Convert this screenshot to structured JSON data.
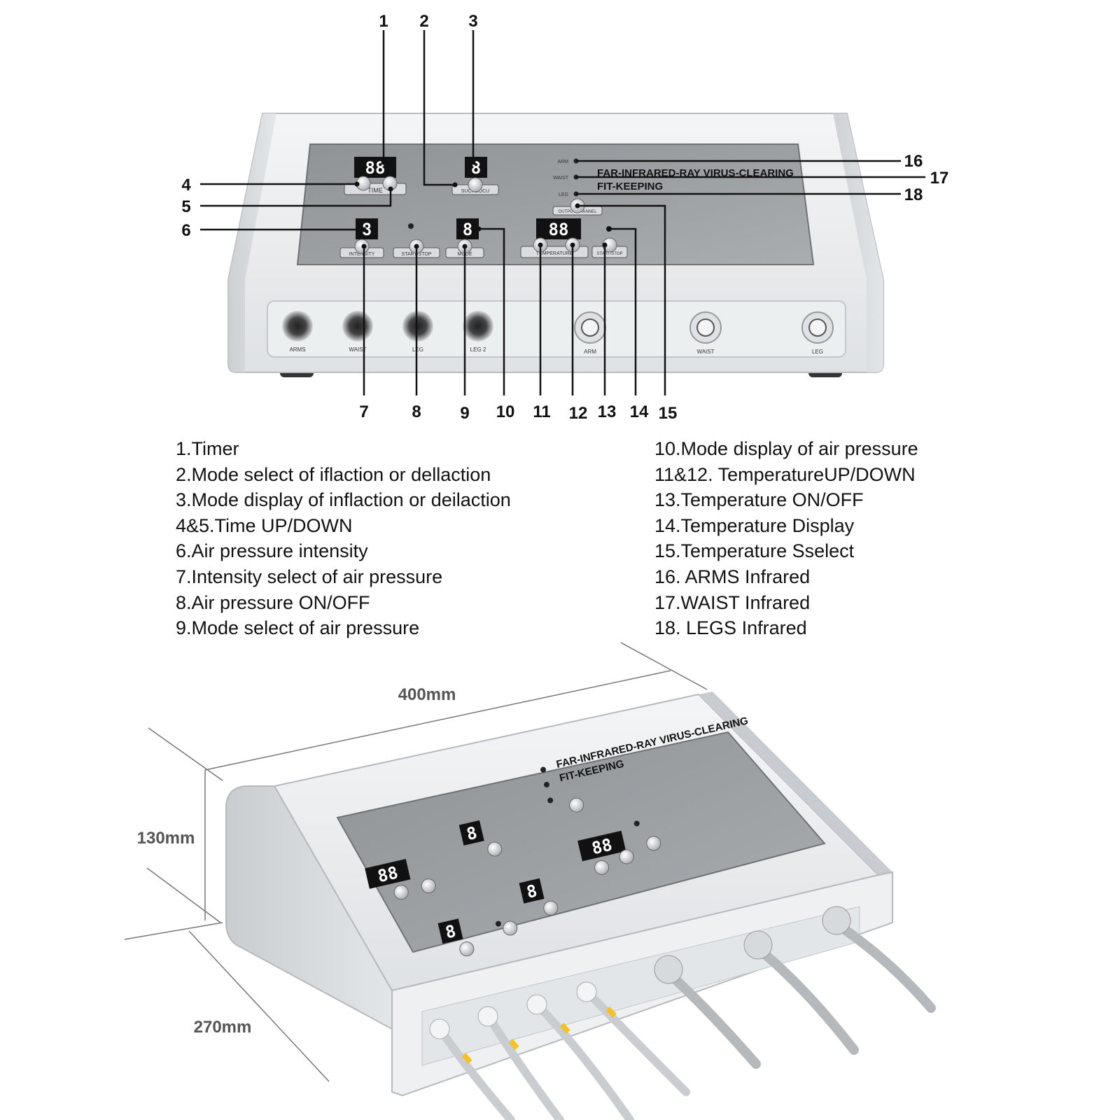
{
  "callouts": {
    "top": [
      "1",
      "2",
      "3"
    ],
    "left": [
      "4",
      "5",
      "6"
    ],
    "right": [
      "16",
      "17",
      "18"
    ],
    "bottom": [
      "7",
      "8",
      "9",
      "10",
      "11",
      "12",
      "13",
      "14",
      "15"
    ]
  },
  "panel": {
    "title_line1": "FAR-INFRARED-RAY VIRUS-CLEARING",
    "title_line2": "FIT-KEEPING",
    "indicator_labels": [
      "ARM",
      "WAIST",
      "LEG"
    ],
    "timer_display": "88",
    "mode_display": "8",
    "intensity_display": "8",
    "airmode_display": "8",
    "temperature_display": "88",
    "button_labels": {
      "time": "TIME",
      "suckoocu": "SUCKOOCU",
      "intensity": "INTENSITY",
      "start_stop": "START/STOP",
      "mode": "MODE",
      "temperature": "TEMPERATURE",
      "output_channel": "OUTPUT CHANNEL"
    }
  },
  "ports": {
    "air": [
      "ARMS",
      "WAIST",
      "LEG",
      "LEG 2"
    ],
    "infrared": [
      "ARM",
      "WAIST",
      "LEG"
    ]
  },
  "legend": {
    "left": [
      "1.Timer",
      "2.Mode select of iflaction or dellaction",
      "3.Mode display of inflaction or deilaction",
      "4&5.Time UP/DOWN",
      "6.Air pressure intensity",
      "7.Intensity select of air pressure",
      "8.Air pressure ON/OFF",
      "9.Mode select of air pressure"
    ],
    "right": [
      "10.Mode display of air pressure",
      "11&12. TemperatureUP/DOWN",
      "13.Temperature ON/OFF",
      "14.Temperature Display",
      "15.Temperature Sselect",
      "16. ARMS Infrared",
      "17.WAIST Infrared",
      "18. LEGS Infrared"
    ]
  },
  "dimensions": {
    "width": "400mm",
    "height": "130mm",
    "depth": "270mm"
  }
}
